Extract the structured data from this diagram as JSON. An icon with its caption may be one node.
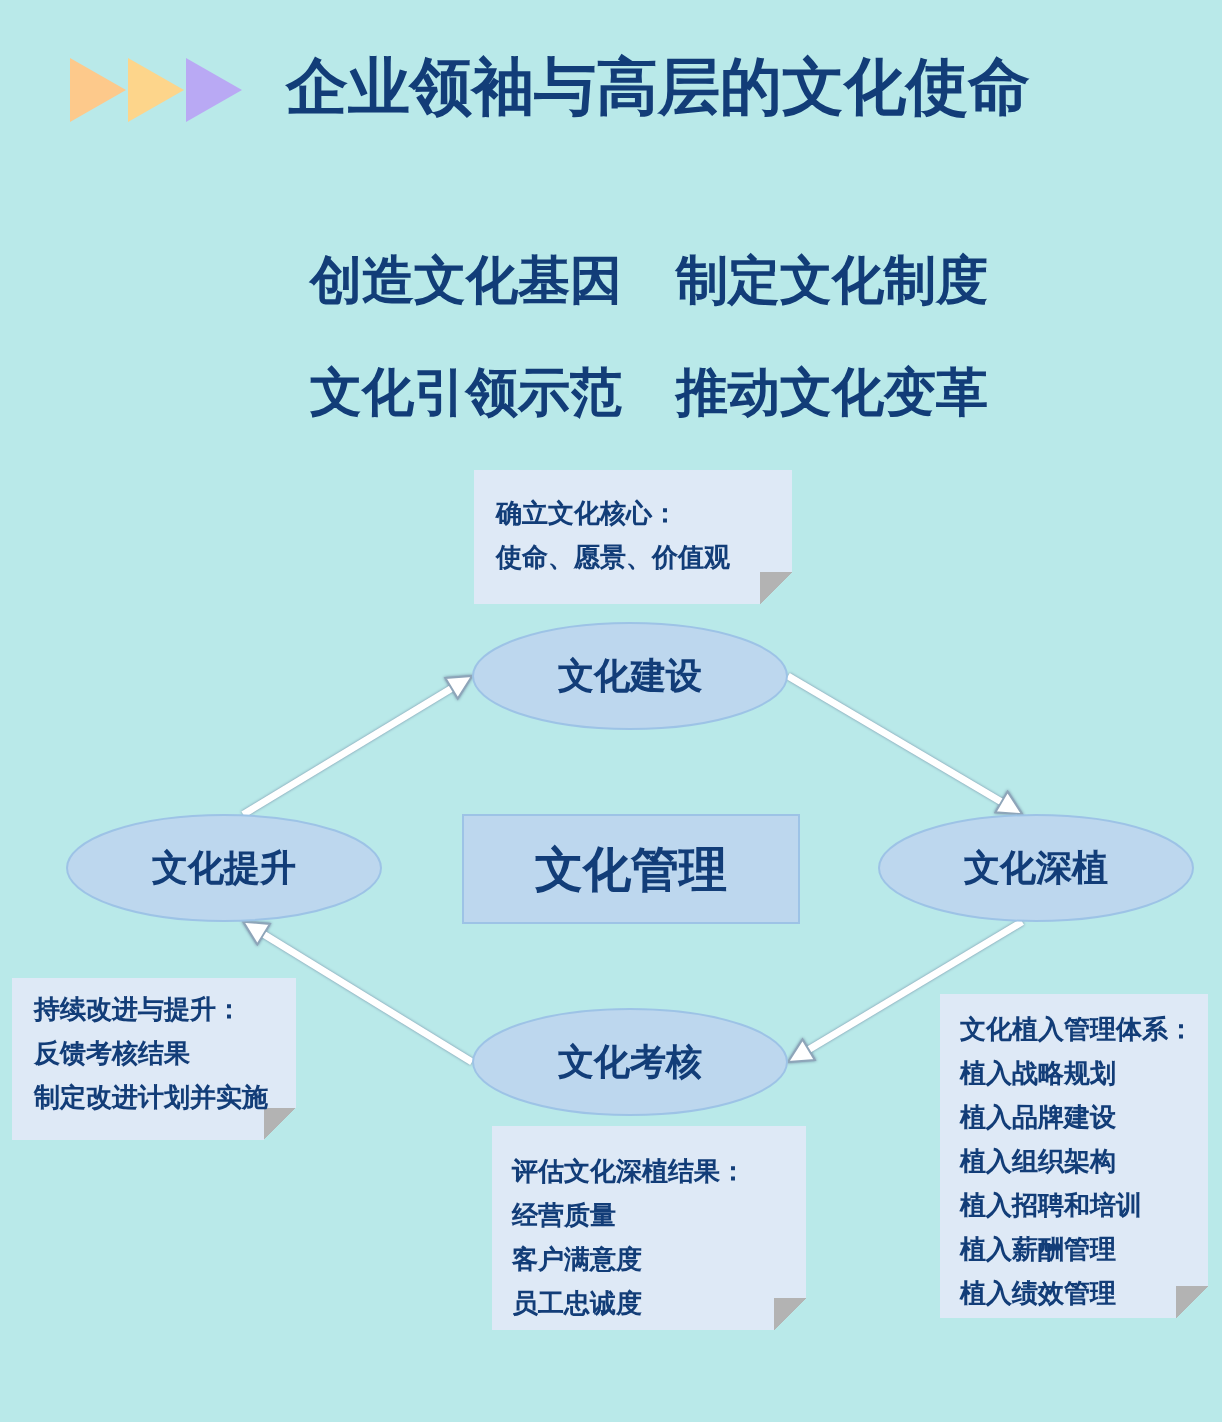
{
  "diagram": {
    "title": "企业领袖与高层的文化使命",
    "nodes": [
      {
        "text": [
          "确立文化核心：",
          "使命、愿景、价值观"
        ]
      },
      {
        "text": [
          "文化建设"
        ]
      },
      {
        "text": [
          "文化提升"
        ]
      },
      {
        "text": [
          "文化管理"
        ]
      },
      {
        "text": [
          "文化深植"
        ]
      },
      {
        "text": [
          "持续改进与提升：",
          "反馈考核结果",
          "制定改进计划并实施"
        ]
      },
      {
        "text": [
          "文化考核"
        ]
      },
      {
        "text": [
          "文化植入管理体系：",
          "植入战略规划",
          "植入品牌建设",
          "植入组织架构",
          "植入招聘和培训",
          "植入薪酬管理",
          "植入绩效管理"
        ]
      },
      {
        "text": [
          "评估文化深植结果：",
          "经营质量",
          "客户满意度",
          "员工忠诚度"
        ]
      }
    ],
    "edges": [
      {
        "from": 2,
        "to": 1,
        "arrow": "to"
      },
      {
        "from": 1,
        "to": 4,
        "arrow": "to"
      },
      {
        "from": 4,
        "to": 6,
        "arrow": "to"
      },
      {
        "from": 6,
        "to": 2,
        "arrow": "to"
      }
    ],
    "labels": [
      "创造文化基因",
      "制定文化制度",
      "文化引领示范",
      "推动文化变革"
    ]
  }
}
